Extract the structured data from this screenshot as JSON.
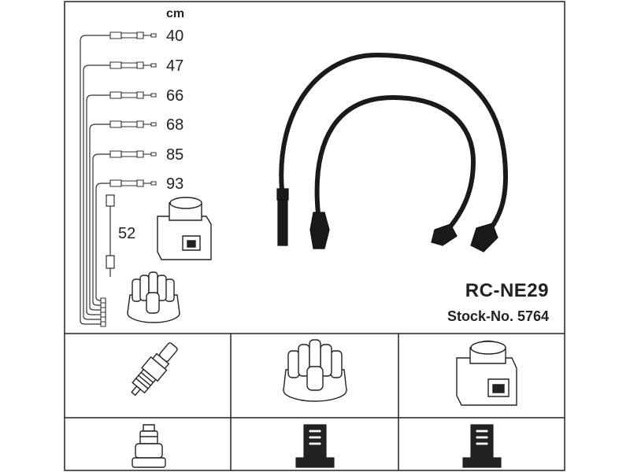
{
  "diagram": {
    "unit_label": "cm",
    "lengths": [
      "40",
      "47",
      "66",
      "68",
      "85",
      "93"
    ],
    "side_length": "52",
    "model": "RC-NE29",
    "stock_number": "Stock-No. 5764"
  },
  "icons": {
    "panel_top_right": "ignition-lead-pair",
    "panel_bottom_1": "spark-plug-icon",
    "panel_bottom_2": "distributor-cap-icon",
    "panel_bottom_3": "ignition-coil-icon",
    "panel_bottom_4": "plug-connector-icon",
    "panel_bottom_5": "cap-connector-icon",
    "panel_bottom_6": "coil-connector-icon"
  }
}
